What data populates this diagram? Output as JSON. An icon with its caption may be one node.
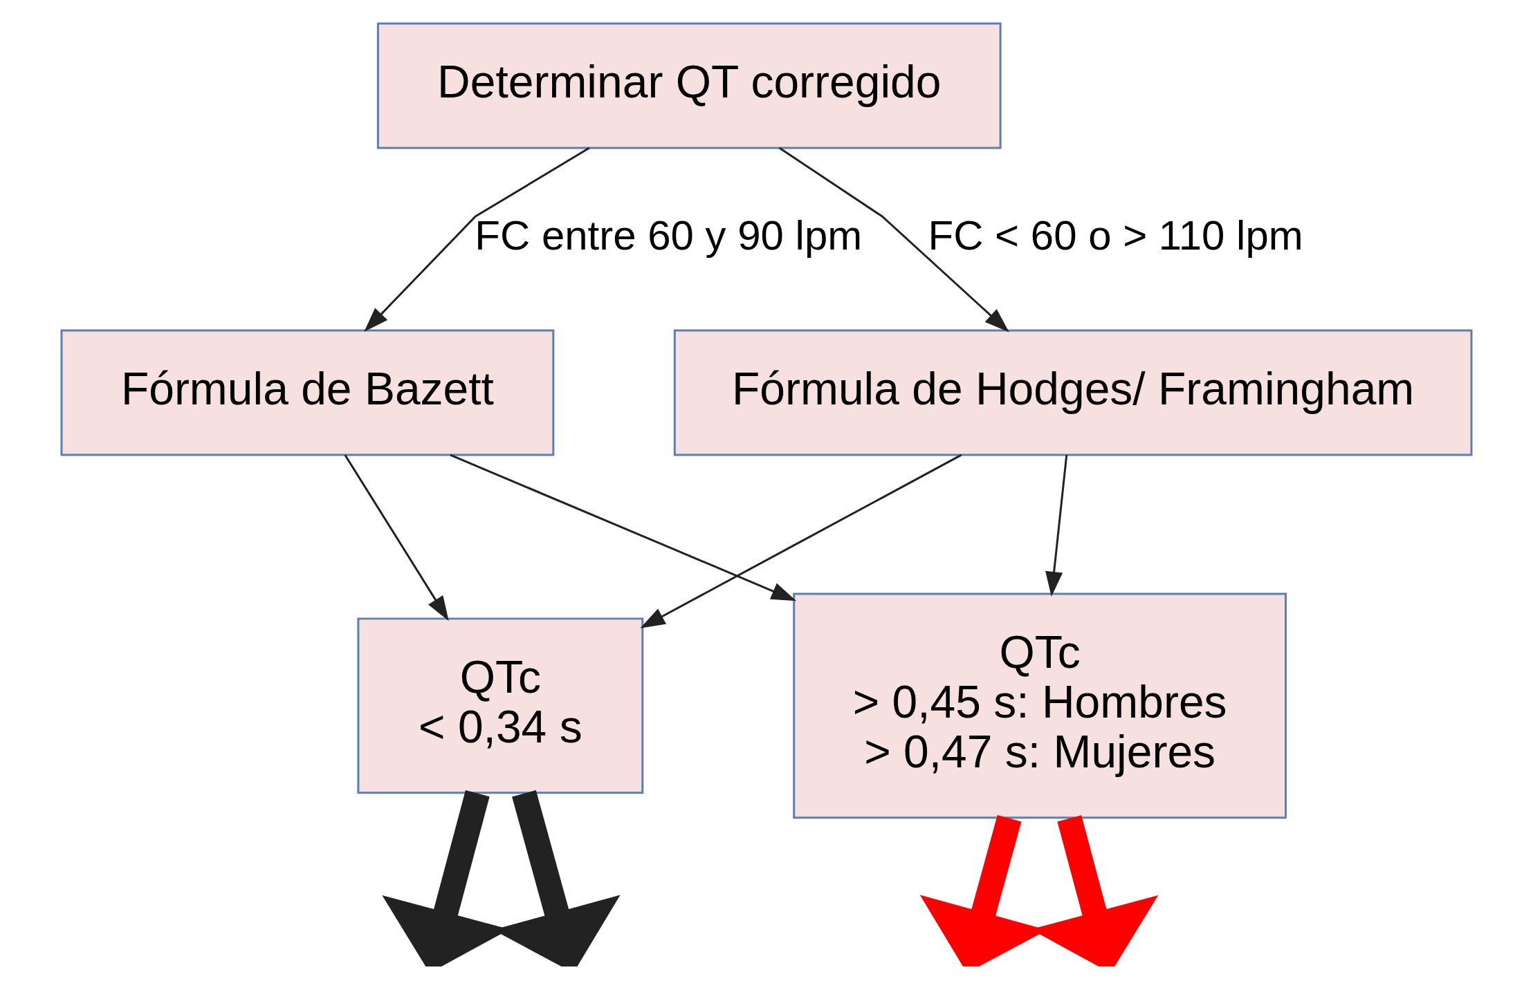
{
  "diagram": {
    "nodes": [
      {
        "text": [
          "Determinar QT corregido"
        ]
      },
      {
        "text": [
          "Fórmula de Bazett"
        ]
      },
      {
        "text": [
          "Fórmula de Hodges/ Framingham"
        ]
      },
      {
        "text": [
          "QTc",
          "< 0,34 s"
        ]
      },
      {
        "text": [
          "QTc",
          "> 0,45 s: Hombres",
          "> 0,47 s: Mujeres"
        ]
      }
    ],
    "edges": [
      {
        "from": 0,
        "to": 1,
        "arrow": "to",
        "label": "FC entre 60 y 90 lpm"
      },
      {
        "from": 0,
        "to": 2,
        "arrow": "to",
        "label": "FC < 60 o > 110 lpm"
      },
      {
        "from": 1,
        "to": 3,
        "arrow": "to"
      },
      {
        "from": 1,
        "to": 4,
        "arrow": "to"
      },
      {
        "from": 2,
        "to": 3,
        "arrow": "to"
      },
      {
        "from": 2,
        "to": 4,
        "arrow": "to"
      },
      {
        "from": 3,
        "to": null,
        "arrow": "to",
        "style": "thick"
      },
      {
        "from": 3,
        "to": null,
        "arrow": "to",
        "style": "thick"
      },
      {
        "from": 4,
        "to": null,
        "arrow": "to",
        "style": "thick",
        "color": "#ff0000"
      },
      {
        "from": 4,
        "to": null,
        "arrow": "to",
        "style": "thick",
        "color": "#ff0000"
      }
    ]
  }
}
